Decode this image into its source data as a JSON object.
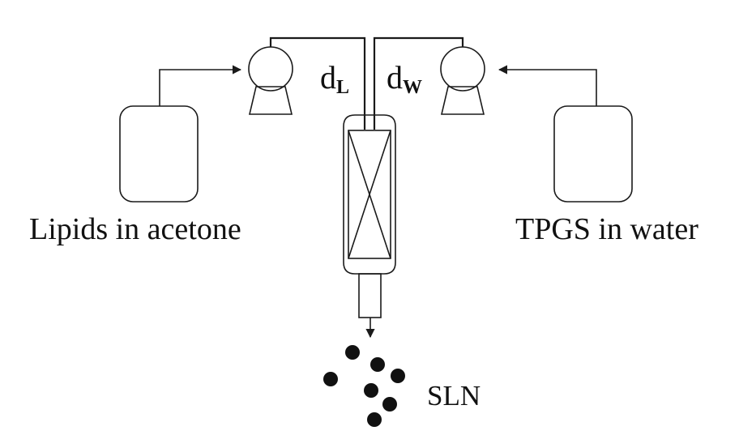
{
  "labels": {
    "left_reservoir": "Lipids in acetone",
    "right_reservoir": "TPGS in water",
    "product": "SLN",
    "left_flow_symbol": "d",
    "left_flow_subscript": "L",
    "right_flow_symbol": "d",
    "right_flow_subscript": "W"
  },
  "icons": {
    "pump": "peristaltic-pump-icon",
    "mixer": "static-mixer-icon",
    "particle": "nanoparticle-dot-icon"
  },
  "colors": {
    "line": "#1a1a1a",
    "background": "#ffffff"
  }
}
